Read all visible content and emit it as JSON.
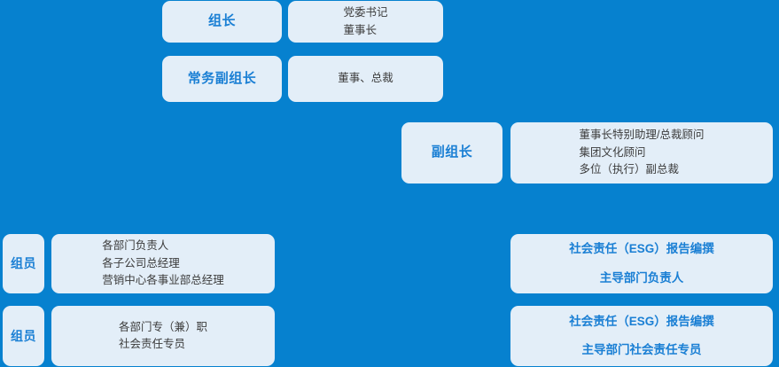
{
  "theme": {
    "background": "#0681cf",
    "card_background": "#e3eef8",
    "accent_text": "#1a7fd4",
    "body_text": "#3c3c3c"
  },
  "chart_title": "",
  "nodes": [
    {
      "id": "leader-role",
      "kind": "role",
      "lines": [
        "组长"
      ]
    },
    {
      "id": "leader-detail",
      "kind": "detail",
      "lines": [
        "党委书记",
        "董事长"
      ]
    },
    {
      "id": "deputy-standing-role",
      "kind": "role",
      "lines": [
        "常务副组长"
      ]
    },
    {
      "id": "deputy-standing-detail",
      "kind": "detail-center",
      "lines": [
        "董事、总裁"
      ]
    },
    {
      "id": "deputy-role",
      "kind": "role",
      "lines": [
        "副组长"
      ]
    },
    {
      "id": "deputy-detail",
      "kind": "detail",
      "lines": [
        "董事长特别助理/总裁顾问",
        "集团文化顾问",
        "多位（执行）副总裁"
      ]
    },
    {
      "id": "member-role-1",
      "kind": "member",
      "lines": [
        "组员"
      ]
    },
    {
      "id": "member-detail-1",
      "kind": "detail",
      "lines": [
        "各部门负责人",
        "各子公司总经理",
        "营销中心各事业部总经理"
      ]
    },
    {
      "id": "esg-lead-1",
      "kind": "esg",
      "lines": [
        "社会责任（ESG）报告编撰",
        "主导部门负责人"
      ]
    },
    {
      "id": "member-role-2",
      "kind": "member",
      "lines": [
        "组员"
      ]
    },
    {
      "id": "member-detail-2",
      "kind": "detail",
      "lines": [
        "各部门专（兼）职",
        "社会责任专员"
      ]
    },
    {
      "id": "esg-lead-2",
      "kind": "esg",
      "lines": [
        "社会责任（ESG）报告编撰",
        "主导部门社会责任专员"
      ]
    }
  ]
}
